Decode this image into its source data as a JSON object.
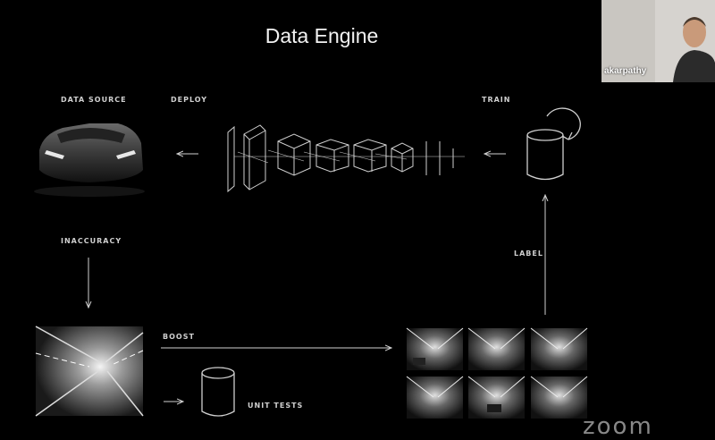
{
  "slide": {
    "title": "Data Engine",
    "labels": {
      "data_source": "DATA SOURCE",
      "deploy": "DEPLOY",
      "train": "TRAIN",
      "inaccuracy": "INACCURACY",
      "label": "LABEL",
      "boost": "BOOST",
      "unit_tests": "UNIT TESTS"
    }
  },
  "video": {
    "participant_name": "akarpathy",
    "watermark": "zoom"
  },
  "icons": [
    "car-image",
    "neural-network-diagram",
    "database-cylinder-icon",
    "cycle-arrow-icon",
    "tunnel-image",
    "tunnel-grid-images",
    "unit-test-database-icon"
  ],
  "colors": {
    "background": "#000000",
    "line": "#cfcfcf",
    "title": "#f2f2f2"
  }
}
